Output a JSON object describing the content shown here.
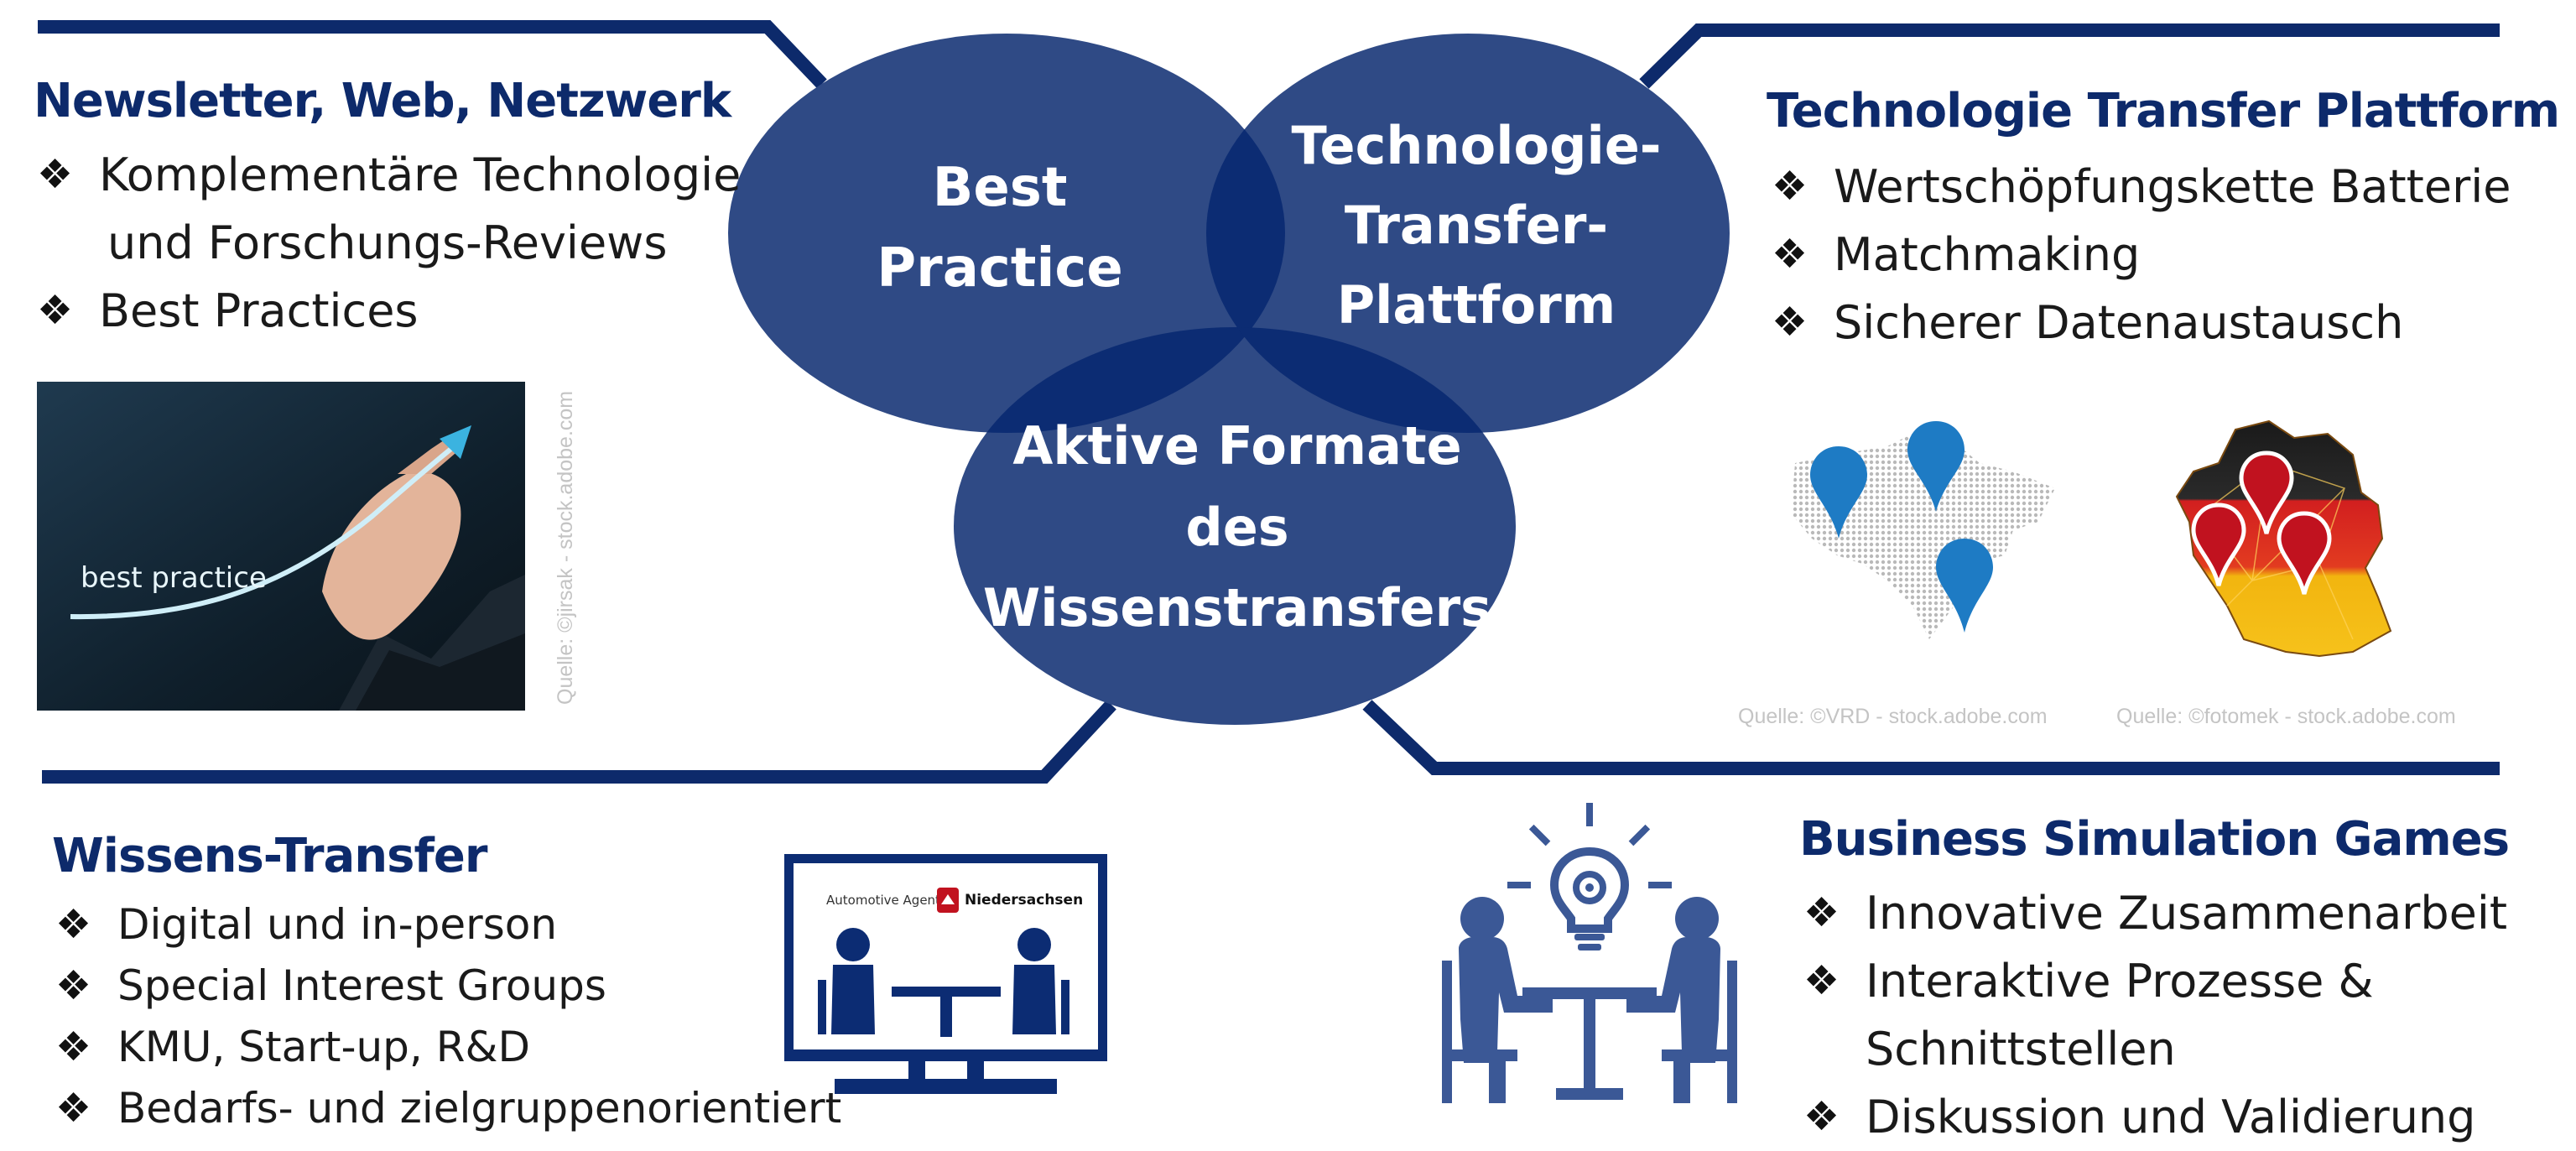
{
  "venn": {
    "best_practice": [
      "Best",
      "Practice"
    ],
    "platform": [
      "Technologie-",
      "Transfer-",
      "Plattform"
    ],
    "active": [
      "Aktive Formate",
      "des",
      "Wissenstransfers"
    ]
  },
  "top_left": {
    "heading": "Newsletter, Web, Netzwerk",
    "items": [
      "Komplementäre Technologie",
      "und Forschungs-Reviews",
      "Best Practices"
    ],
    "photo_caption": "best practice",
    "photo_credit": "Quelle: ©jirsak - stock.adobe.com"
  },
  "top_right": {
    "heading": "Technologie Transfer Plattform",
    "items": [
      "Wertschöpfungskette Batterie",
      "Matchmaking",
      "Sicherer Datenaustausch"
    ],
    "credit_left": "Quelle: ©VRD - stock.adobe.com",
    "credit_right": "Quelle: ©fotomek - stock.adobe.com"
  },
  "bottom_left": {
    "heading": "Wissens-Transfer",
    "items": [
      "Digital und in-person",
      "Special Interest Groups",
      "KMU, Start-up, R&D",
      "Bedarfs- und zielgruppenorientiert"
    ],
    "screen_org": "Automotive Agentur",
    "screen_region": "Niedersachsen"
  },
  "bottom_right": {
    "heading": "Business Simulation Games",
    "items": [
      "Innovative Zusammenarbeit",
      "Interaktive Prozesse &",
      "Schnittstellen",
      "Diskussion und Validierung"
    ]
  },
  "bullet_symbol": "❖",
  "colors": {
    "navy": "#0d2a6b",
    "circle": "#2f4a85",
    "overlap": "#0c2c73",
    "icon": "#3b5896"
  }
}
